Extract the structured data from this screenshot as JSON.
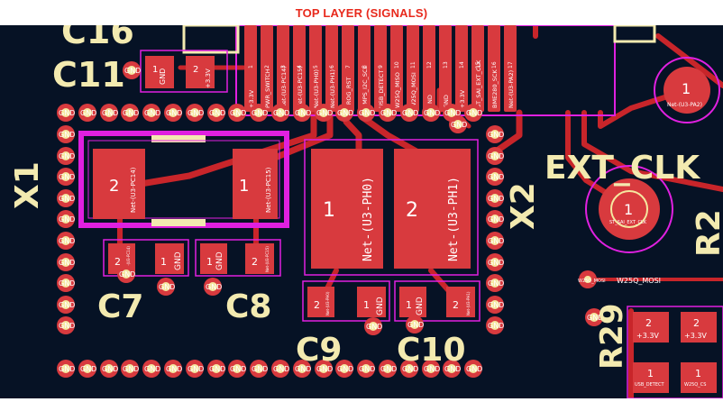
{
  "title": "TOP LAYER (SIGNALS)",
  "colors": {
    "background": "#061225",
    "copper": "#c8252a",
    "pad": "#d83a3e",
    "silk": "#f3eab0",
    "courtyard": "#e020e0",
    "drill": "#f5e8a0",
    "title": "#e8291c"
  },
  "refs": {
    "c16": "C16",
    "c11": "C11",
    "x1": "X1",
    "x2": "X2",
    "c7": "C7",
    "c8": "C8",
    "c9": "C9",
    "c10": "C10",
    "ext_clk": "EXT_CLK",
    "r2": "R2",
    "r29": "R29"
  },
  "gnd": "GND",
  "v33": "+3.3V",
  "pin1": "1",
  "pin2": "2",
  "header_pins": [
    {
      "num": "1",
      "net": "+3.3V"
    },
    {
      "num": "2",
      "net": "PWR_SWITCH"
    },
    {
      "num": "3",
      "net": "Net-(U3-PC14)"
    },
    {
      "num": "4",
      "net": "Net-(U3-PC15)"
    },
    {
      "num": "5",
      "net": "Net-(U3-PH0)"
    },
    {
      "num": "6",
      "net": "Net-(U3-PH1)"
    },
    {
      "num": "7",
      "net": "PROG_RST"
    },
    {
      "num": "8",
      "net": "SMPS_I2C_SCL"
    },
    {
      "num": "9",
      "net": "USB_DETECT"
    },
    {
      "num": "10",
      "net": "W25Q_MISO"
    },
    {
      "num": "11",
      "net": "W25Q_MOSI"
    },
    {
      "num": "12",
      "net": "GND"
    },
    {
      "num": "13",
      "net": "GND"
    },
    {
      "num": "14",
      "net": "+3.3V"
    },
    {
      "num": "15",
      "net": "ST_SAI_EXT_CLK"
    },
    {
      "num": "16",
      "net": "BME280_SCK"
    },
    {
      "num": "17",
      "net": "Net-(U3-PA2)"
    }
  ],
  "x1_pads": [
    {
      "num": "2",
      "net": "Net-(U3-PC14)"
    },
    {
      "num": "1",
      "net": "Net-(U3-PC15)"
    }
  ],
  "x2_pads": [
    {
      "num": "1",
      "net": "Net-(U3-PH0)"
    },
    {
      "num": "2",
      "net": "Net-(U3-PH1)"
    }
  ],
  "c7_net": "Net-(U3-PC14)",
  "c8_net": "Net-(U3-PC15)",
  "c9_net": "Net-(U3-PH0)",
  "c10_net": "Net-(U3-PH1)",
  "tp_pa2": {
    "num": "1",
    "net": "Net-(U3-PA2)"
  },
  "tp_extclk": {
    "num": "1",
    "net": "ST_SAI_EXT_CLK"
  },
  "via_w25q": "W25Q_MOSI",
  "w25q_mosi_label": "W25Q_MOSI",
  "r_pads": [
    {
      "num": "2",
      "net": "+3.3V"
    },
    {
      "num": "2",
      "net": "+3.3V"
    },
    {
      "num": "1",
      "net": "USB_DETECT"
    },
    {
      "num": "1",
      "net": "W25Q_CS"
    }
  ]
}
